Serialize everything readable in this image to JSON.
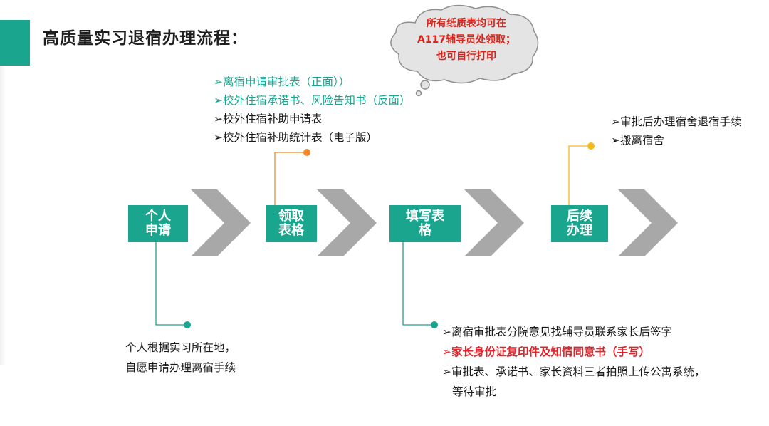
{
  "title": "高质量实习退宿办理流程：",
  "cloud_note": {
    "lines": [
      "所有纸质表均可在",
      "A117辅导员处领取；",
      "也可自行打印"
    ]
  },
  "steps": [
    {
      "label_lines": [
        "个人",
        "申请"
      ]
    },
    {
      "label_lines": [
        "领取",
        "表格"
      ]
    },
    {
      "label_lines": [
        "填写表",
        "格"
      ]
    },
    {
      "label_lines": [
        "后续",
        "办理"
      ]
    }
  ],
  "forms_list": [
    {
      "text": "➢离宿申请审批表（正面））"
    },
    {
      "text": "➢校外住宿承诺书、风险告知书（反面）"
    },
    {
      "text": "➢校外住宿补助申请表"
    },
    {
      "text": "➢校外住宿补助统计表（电子版）"
    }
  ],
  "followup_list": [
    {
      "text": "➢审批后办理宿舍退宿手续"
    },
    {
      "text": "➢搬离宿舍"
    }
  ],
  "apply_note": {
    "lines": [
      "个人根据实习所在地，",
      "自愿申请办理离宿手续"
    ]
  },
  "fill_list": [
    {
      "text": "➢离宿审批表分院意见找辅导员联系家长后签字"
    },
    {
      "text": "➢家长身份证复印件及知情同意书（手写）"
    },
    {
      "text": "➢审批表、承诺书、家长资料三者拍照上传公寓系统，"
    },
    {
      "text": "等待审批"
    }
  ],
  "colors": {
    "teal": "#1aa58f",
    "red": "#e0242a",
    "orange": "#f08a2c",
    "yellow": "#f6b81c",
    "chevron": "#a8a8a8",
    "cloud_fill": "#e4e4e4"
  }
}
